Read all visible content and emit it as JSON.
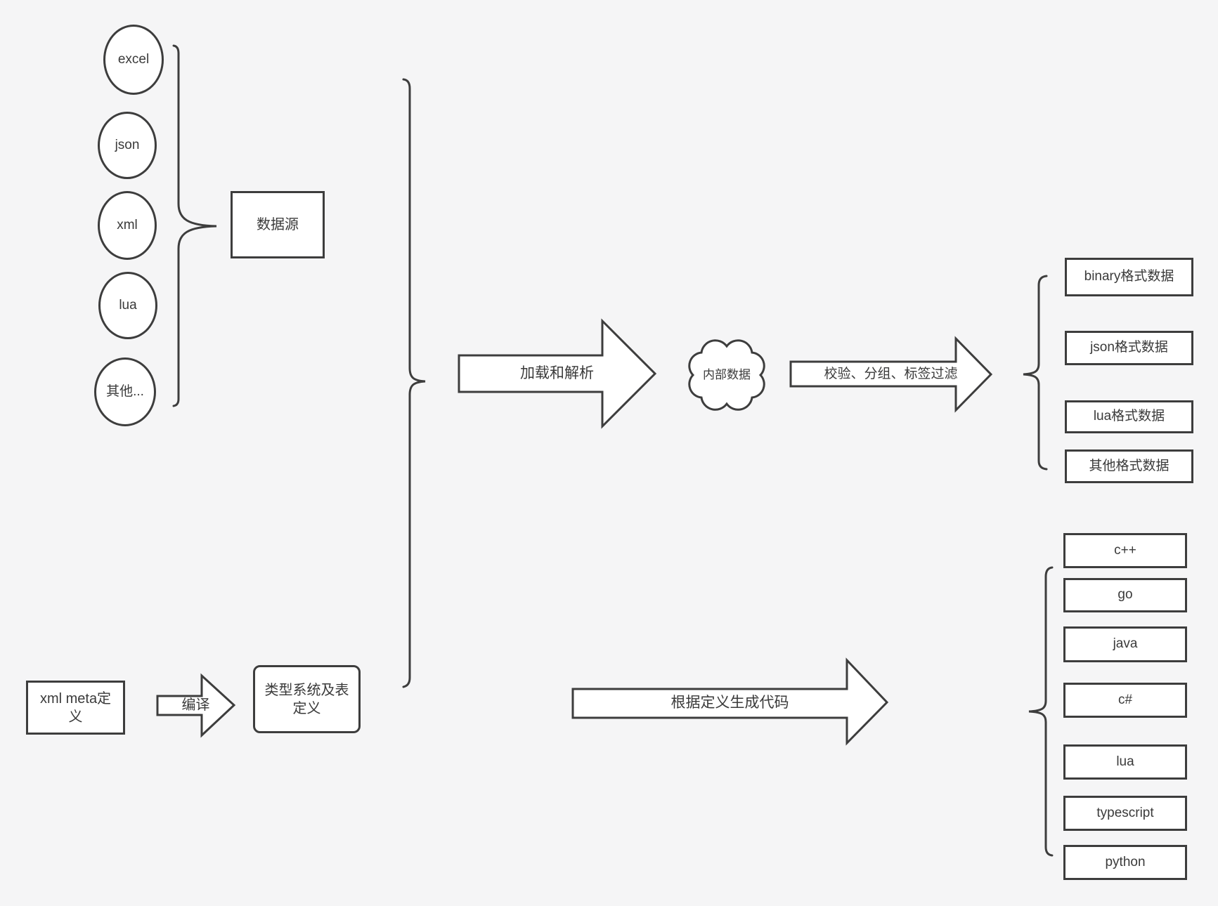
{
  "canvas": {
    "background": "#f5f5f6",
    "stroke_color": "#3d3d3d",
    "shape_fill": "#ffffff",
    "text_color": "#3a3a3a"
  },
  "sources": {
    "group_label": "数据源",
    "items": [
      {
        "label": "excel"
      },
      {
        "label": "json"
      },
      {
        "label": "xml"
      },
      {
        "label": "lua"
      },
      {
        "label": "其他..."
      }
    ]
  },
  "pipeline": {
    "load_arrow_label": "加载和解析",
    "internal_data_label": "内部数据",
    "filter_arrow_label": "校验、分组、标签过滤"
  },
  "data_outputs": {
    "items": [
      {
        "label": "binary格式数据"
      },
      {
        "label": "json格式数据"
      },
      {
        "label": "lua格式数据"
      },
      {
        "label": "其他格式数据"
      }
    ]
  },
  "definition_flow": {
    "xml_meta_label": "xml meta定义",
    "compile_arrow_label": "编译",
    "type_system_label": "类型系统及表定义",
    "generate_arrow_label": "根据定义生成代码"
  },
  "code_outputs": {
    "items": [
      {
        "label": "c++"
      },
      {
        "label": "go"
      },
      {
        "label": "java"
      },
      {
        "label": "c#"
      },
      {
        "label": "lua"
      },
      {
        "label": "typescript"
      },
      {
        "label": "python"
      }
    ]
  }
}
